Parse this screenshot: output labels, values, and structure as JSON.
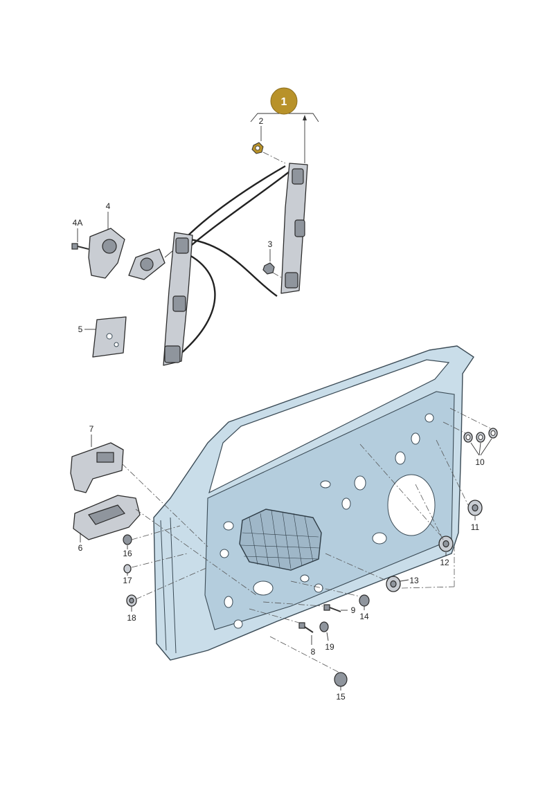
{
  "diagram": {
    "badge": {
      "label": "1",
      "color": "#b8922a"
    },
    "callouts": [
      {
        "id": "c2",
        "label": "2"
      },
      {
        "id": "c3",
        "label": "3"
      },
      {
        "id": "c4",
        "label": "4"
      },
      {
        "id": "c4a",
        "label": "4A"
      },
      {
        "id": "c5",
        "label": "5"
      },
      {
        "id": "c6",
        "label": "6"
      },
      {
        "id": "c7",
        "label": "7"
      },
      {
        "id": "c8",
        "label": "8"
      },
      {
        "id": "c9",
        "label": "9"
      },
      {
        "id": "c10",
        "label": "10"
      },
      {
        "id": "c11",
        "label": "11"
      },
      {
        "id": "c12",
        "label": "12"
      },
      {
        "id": "c13",
        "label": "13"
      },
      {
        "id": "c14",
        "label": "14"
      },
      {
        "id": "c15",
        "label": "15"
      },
      {
        "id": "c16",
        "label": "16"
      },
      {
        "id": "c17",
        "label": "17"
      },
      {
        "id": "c18",
        "label": "18"
      },
      {
        "id": "c19",
        "label": "19"
      }
    ],
    "colors": {
      "door_fill": "#c9dde9",
      "part_fill": "#c9cdd3",
      "badge": "#b8922a"
    }
  }
}
